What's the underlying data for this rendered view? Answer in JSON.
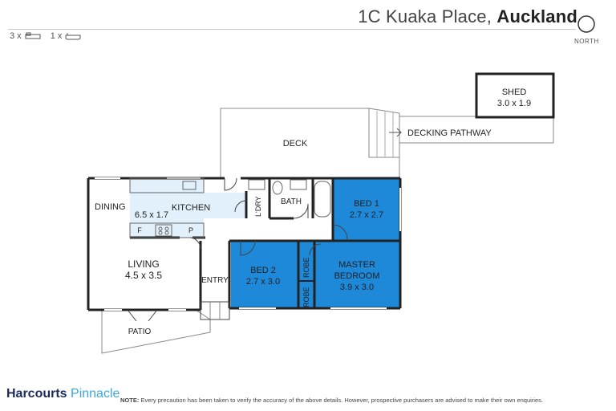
{
  "header": {
    "address": "1C Kuaka Place,",
    "city": "Auckland",
    "north_label": "NORTH",
    "bed_count": "3 x",
    "bath_count": "1 x"
  },
  "rooms": {
    "shed": {
      "name": "SHED",
      "dims": "3.0 x 1.9"
    },
    "deck": {
      "name": "DECK"
    },
    "decking_pathway": {
      "name": "DECKING PATHWAY"
    },
    "dining": {
      "name": "DINING"
    },
    "kitchen": {
      "name": "KITCHEN",
      "dims": "6.5 x 1.7"
    },
    "laundry": {
      "name": "L'DRY"
    },
    "bath": {
      "name": "BATH"
    },
    "bed1": {
      "name": "BED 1",
      "dims": "2.7 x 2.7"
    },
    "living": {
      "name": "LIVING",
      "dims": "4.5 x 3.5"
    },
    "entry": {
      "name": "ENTRY"
    },
    "bed2": {
      "name": "BED 2",
      "dims": "2.7 x 3.0"
    },
    "robe1": {
      "name": "ROBE"
    },
    "robe2": {
      "name": "ROBE"
    },
    "master": {
      "name": "MASTER",
      "name2": "BEDROOM",
      "dims": "3.9 x 3.0"
    },
    "patio": {
      "name": "PATIO"
    },
    "fridge": "F",
    "pantry": "P"
  },
  "colors": {
    "bedroom": "#1e88d9",
    "kitchen": "#e2f0fb",
    "wall": "#222222"
  },
  "footer": {
    "brand": "Harcourts",
    "brand_sub": "Pinnacle",
    "note_label": "NOTE:",
    "note_text": "Every precaution has been taken to verify the accuracy of the above details. However, prospective purchasers are advised to make their own enquiries."
  }
}
